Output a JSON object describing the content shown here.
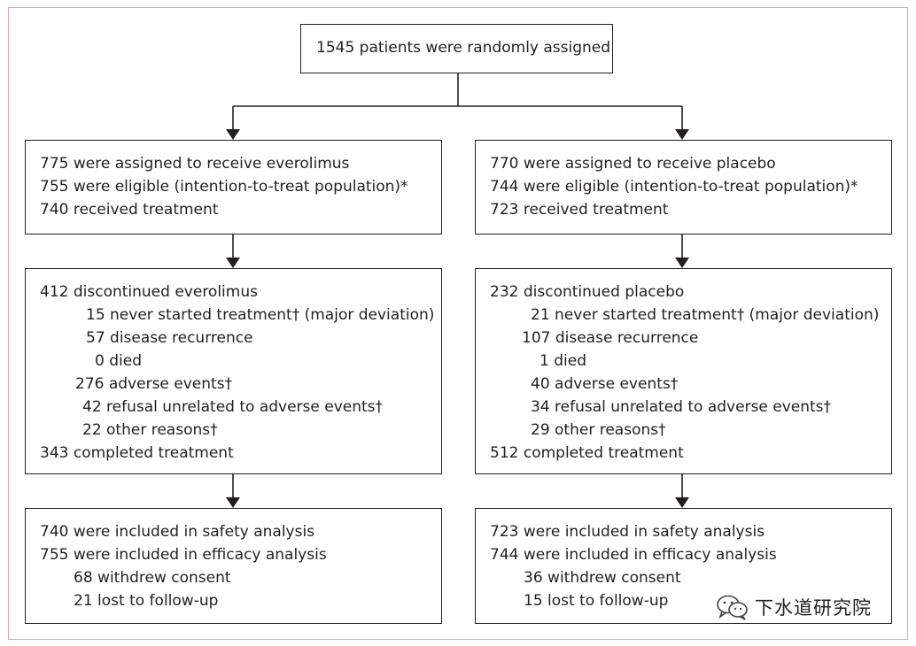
{
  "top": {
    "text": "1545 patients were randomly assigned"
  },
  "left": {
    "assigned": [
      "775 were assigned to receive everolimus",
      "755 were eligible (intention-to-treat population)*",
      "740 received treatment"
    ],
    "discontinued": {
      "head": "412 discontinued everolimus",
      "items": [
        "15 never started treatment† (major deviation)",
        "57 disease recurrence",
        "0 died",
        "276 adverse events†",
        "42 refusal unrelated to adverse events†",
        "22 other reasons†"
      ],
      "tail": "343 completed treatment"
    },
    "analysis": {
      "lines": [
        "740 were included in safety analysis",
        "755 were included in efficacy analysis"
      ],
      "items": [
        "68 withdrew consent",
        "21 lost to follow-up"
      ]
    }
  },
  "right": {
    "assigned": [
      "770 were assigned to receive placebo",
      "744 were eligible (intention-to-treat population)*",
      "723 received treatment"
    ],
    "discontinued": {
      "head": "232 discontinued placebo",
      "items": [
        "21 never started treatment† (major deviation)",
        "107 disease recurrence",
        "1 died",
        "40 adverse events†",
        "34 refusal unrelated to adverse events†",
        "29 other reasons†"
      ],
      "tail": "512 completed treatment"
    },
    "analysis": {
      "lines": [
        "723 were included in safety analysis",
        "744 were included in efficacy analysis"
      ],
      "items": [
        "36 withdrew consent",
        "15 lost to follow-up"
      ]
    }
  },
  "watermark": {
    "text": "下水道研究院",
    "icon": "wechat-icon"
  },
  "colors": {
    "frame": "#e8a1ae",
    "ink": "#231f20"
  }
}
